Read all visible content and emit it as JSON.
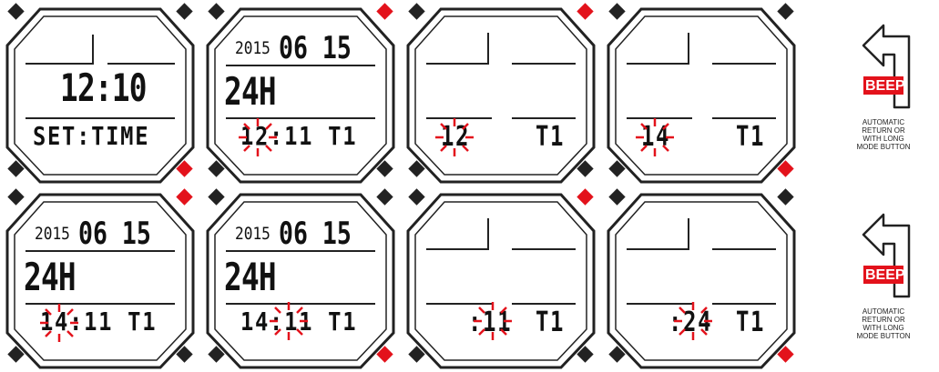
{
  "colors": {
    "accent": "#e3121b",
    "frame": "#222222"
  },
  "watches": [
    {
      "id": 1,
      "big": "12:10",
      "bottom": "SET:TIME",
      "date_small": "",
      "date_big": "",
      "mid": ""
    },
    {
      "id": 2,
      "date_small": "2015",
      "date_big": "06 15",
      "big": "24H",
      "bottom": "12:11 T1",
      "mid": ""
    },
    {
      "id": 3,
      "mid": "12",
      "mid_right": "T1"
    },
    {
      "id": 4,
      "mid": "14",
      "mid_right": "T1"
    },
    {
      "id": 5,
      "date_small": "2015",
      "date_big": "06 15",
      "big": "24H",
      "bottom": "14:11 T1"
    },
    {
      "id": 6,
      "date_small": "2015",
      "date_big": "06 15",
      "big": "24H",
      "bottom": "14:11 T1"
    },
    {
      "id": 7,
      "mid": ":11",
      "mid_right": "T1"
    },
    {
      "id": 8,
      "mid": ":24",
      "mid_right": "T1"
    }
  ],
  "side_panels": [
    {
      "beep": "BEEP",
      "caption": [
        "AUTOMATIC",
        "RETURN OR",
        "WITH LONG",
        "MODE BUTTON"
      ]
    },
    {
      "beep": "BEEP",
      "caption": [
        "AUTOMATIC",
        "RETURN OR",
        "WITH LONG",
        "MODE BUTTON"
      ]
    }
  ]
}
